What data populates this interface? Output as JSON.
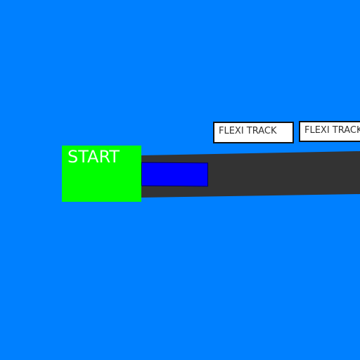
{
  "scene": {
    "background_color": "#0080ff",
    "track_color": "#333333",
    "start_block": {
      "label": "START",
      "color": "#00ff00"
    },
    "player_car": {
      "color": "#0000ff"
    },
    "signs": [
      {
        "label": "FLEXI TRACK"
      },
      {
        "label": "FLEXI TRACK"
      }
    ]
  }
}
